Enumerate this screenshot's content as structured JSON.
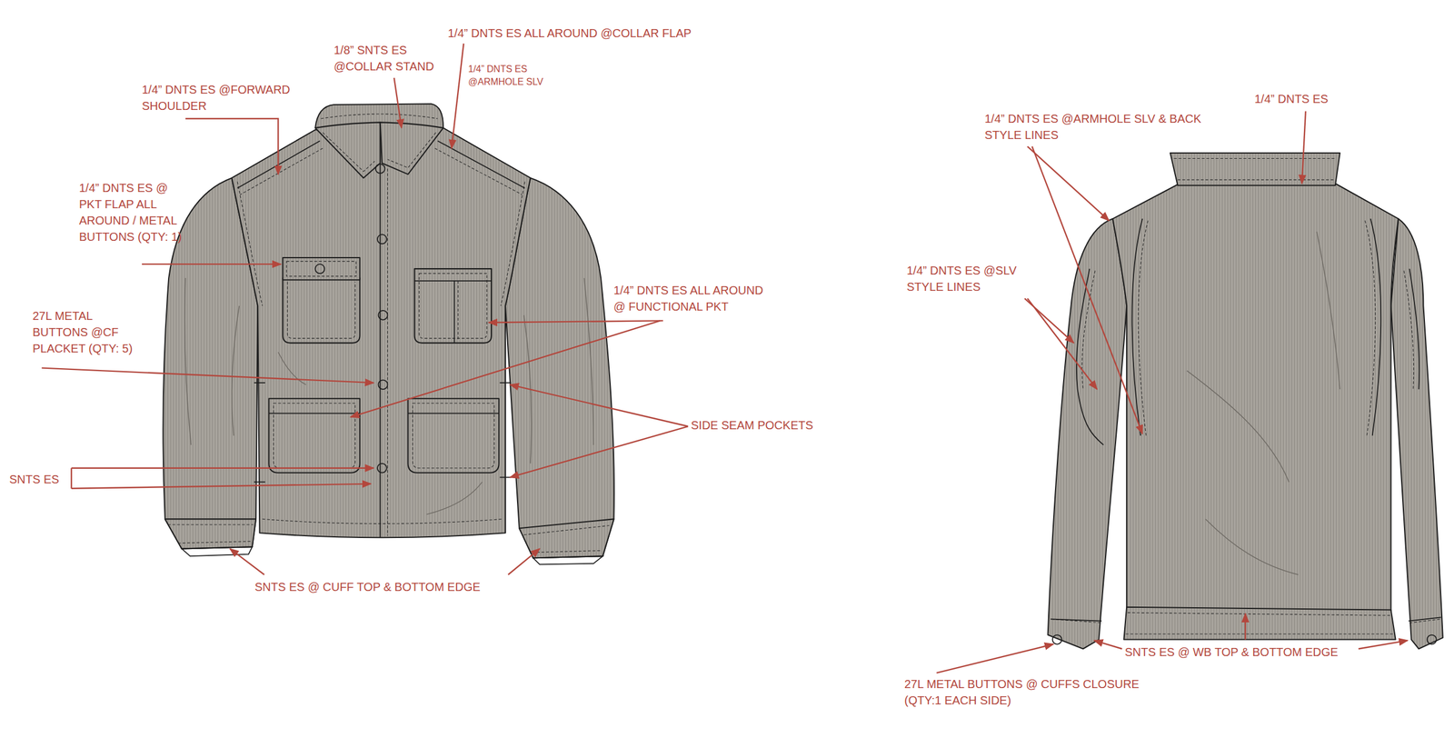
{
  "diagram": {
    "labels": [
      "1/4” DNTS ES ALL AROUND @COLLAR FLAP",
      "1/8” SNTS ES @COLLAR STAND",
      "1/4” DNTS ES @ARMHOLE SLV",
      "1/4” DNTS ES @FORWARD SHOULDER",
      "1/4” DNTS ES @ PKT FLAP ALL AROUND / METAL BUTTONS (QTY: 1)",
      "27L METAL BUTTONS @CF PLACKET (QTY: 5)",
      "1/4” DNTS ES ALL AROUND @ FUNCTIONAL PKT",
      "SIDE SEAM POCKETS",
      "SNTS ES",
      "SNTS ES @ CUFF TOP & BOTTOM EDGE",
      "1/4” DNTS ES",
      "1/4” DNTS ES @ARMHOLE SLV & BACK STYLE LINES",
      "1/4” DNTS ES @SLV STYLE LINES",
      "SNTS ES @ WB TOP & BOTTOM EDGE",
      "27L METAL BUTTONS @ CUFFS CLOSURE (QTY:1 EACH SIDE)"
    ]
  }
}
